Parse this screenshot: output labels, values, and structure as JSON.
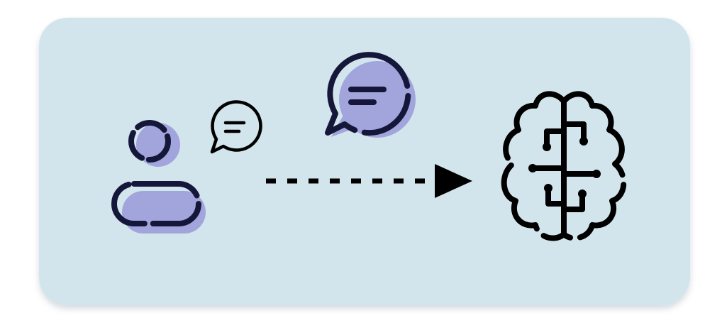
{
  "diagram": {
    "background_color": "#d3e5ec",
    "stroke_color": "#15173a",
    "accent_fill": "#a2a5db",
    "arrow_color": "#000000",
    "nodes": [
      {
        "id": "user",
        "icon": "user-icon"
      },
      {
        "id": "small-message",
        "icon": "chat-bubble-icon"
      },
      {
        "id": "large-message",
        "icon": "chat-bubble-icon"
      },
      {
        "id": "ai",
        "icon": "brain-circuit-icon"
      }
    ],
    "edges": [
      {
        "from": "user",
        "to": "ai",
        "style": "dashed",
        "arrowhead": "filled-triangle"
      }
    ]
  }
}
